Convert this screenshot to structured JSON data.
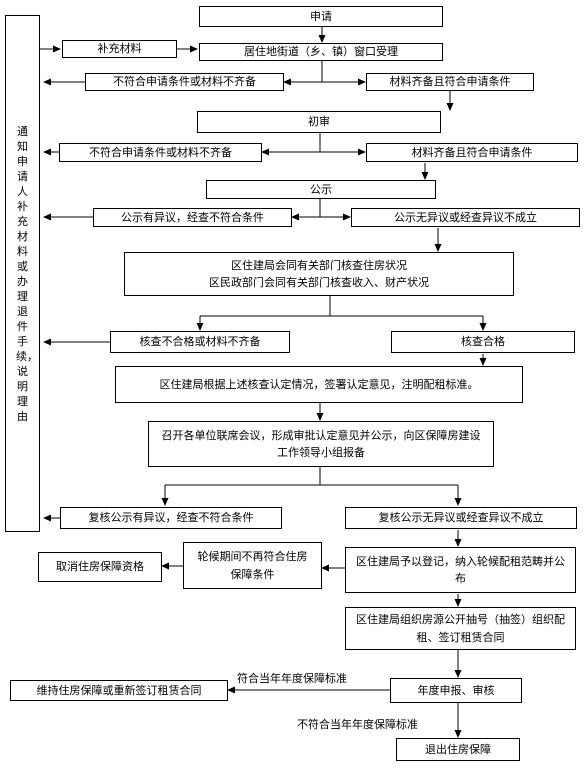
{
  "nodes": {
    "apply": "申请",
    "supplement": "补充材料",
    "window_accept": "居住地街道（乡、镇）窗口受理",
    "accept_fail": "不符合申请条件或材料不齐备",
    "accept_ok": "材料齐备且符合申请条件",
    "prelim": "初审",
    "prelim_fail": "不符合申请条件或材料不齐备",
    "prelim_ok": "材料齐备且符合申请条件",
    "publicity": "公示",
    "publicity_objection": "公示有异议，经查不符合条件",
    "publicity_ok": "公示无异议或经查异议不成立",
    "joint_check_line1": "区住建局会同有关部门核查住房状况",
    "joint_check_line2": "区民政部门会同有关部门核查收入、财产状况",
    "check_fail": "核查不合格或材料不齐备",
    "check_ok": "核查合格",
    "housing_bureau_opinion": "区住建局根据上述核查认定情况，签署认定意见，注明配租标准。",
    "joint_meeting": "召开各单位联席会议，形成审批认定意见并公示，向区保障房建设工作领导小组报备",
    "review_objection": "复核公示有异议，经查不符合条件",
    "review_ok": "复核公示无异议或经查异议不成立",
    "cancel_qualification": "取消住房保障资格",
    "waiting_ineligible": "轮候期间不再符合住房保障条件",
    "register_waiting": "区住建局予以登记，纳入轮候配租范畴并公布",
    "lottery": "区住建局组织房源公开抽号（抽签）组织配租、签订租赁合同",
    "maintain": "维持住房保障或重新签订租赁合同",
    "annual_report": "年度申报、审核",
    "exit": "退出住房保障"
  },
  "side_notice": "通知申请人补充材料或办理退件手续，说明理由",
  "edge_labels": {
    "meets_annual": "符合当年年度保障标准",
    "not_meets_annual": "不符合当年年度保障标准"
  }
}
